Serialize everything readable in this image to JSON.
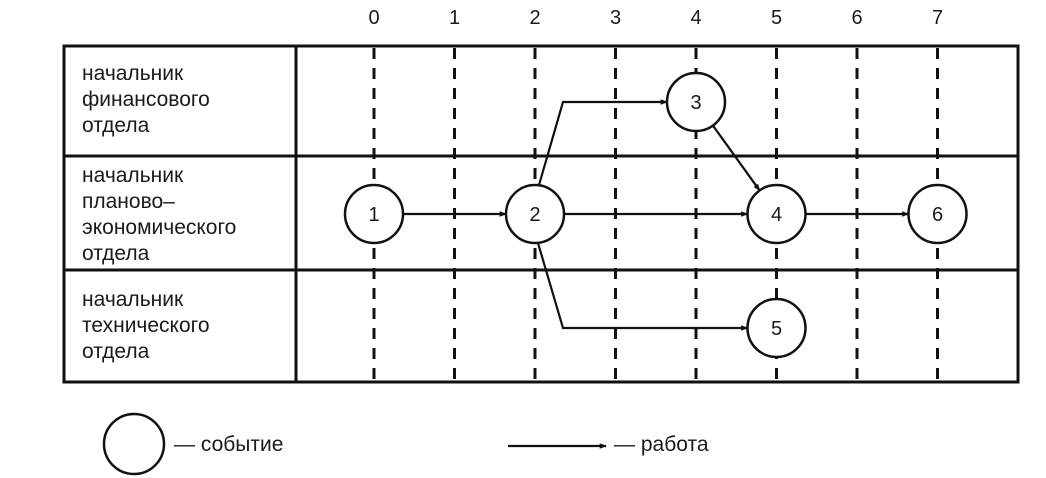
{
  "diagram": {
    "time_ticks": [
      "0",
      "1",
      "2",
      "3",
      "4",
      "5",
      "6",
      "7"
    ],
    "rows": [
      {
        "lines": [
          "начальник",
          "финансового",
          "отдела"
        ]
      },
      {
        "lines": [
          "начальник",
          "планово–",
          "экономического",
          "отдела"
        ]
      },
      {
        "lines": [
          "начальник",
          "технического",
          "отдела"
        ]
      }
    ],
    "events": [
      {
        "id": "1",
        "time": 0,
        "row": 1
      },
      {
        "id": "2",
        "time": 2,
        "row": 1
      },
      {
        "id": "3",
        "time": 4,
        "row": 0
      },
      {
        "id": "4",
        "time": 5,
        "row": 1
      },
      {
        "id": "5",
        "time": 5,
        "row": 2
      },
      {
        "id": "6",
        "time": 7,
        "row": 1
      }
    ],
    "works": [
      {
        "from": "1",
        "to": "2"
      },
      {
        "from": "2",
        "to": "3"
      },
      {
        "from": "2",
        "to": "4"
      },
      {
        "from": "2",
        "to": "5"
      },
      {
        "from": "3",
        "to": "4"
      },
      {
        "from": "4",
        "to": "6"
      }
    ]
  },
  "legend": {
    "event_label": "— событие",
    "work_label": "— работа"
  }
}
